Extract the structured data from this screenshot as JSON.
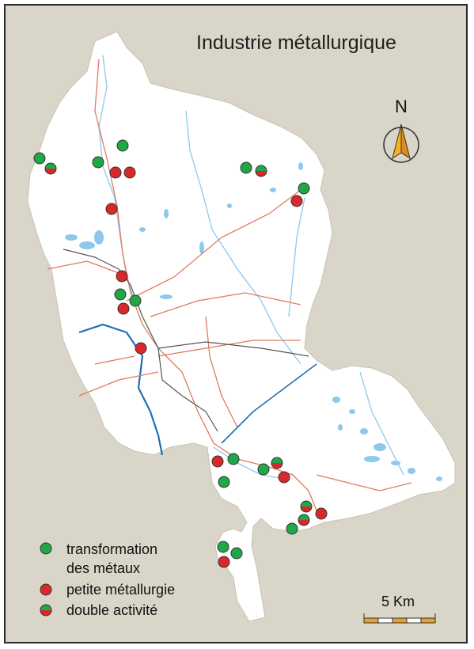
{
  "map": {
    "title": "Industrie métallurgique",
    "north_label": "N",
    "scale_label": "5 Km",
    "colors": {
      "background": "#d9d5c9",
      "land": "#ffffff",
      "water": "#8ec8ec",
      "river_major": "#1f6fb4",
      "road_red": "#e07a5f",
      "rail": "#555555",
      "green": "#1fa84a",
      "red": "#d8282a",
      "scale_orange": "#e8a02a"
    },
    "legend": [
      {
        "type": "transformation",
        "label_line1": "transformation",
        "label_line2": "des métaux"
      },
      {
        "type": "petite",
        "label_line1": "petite métallurgie"
      },
      {
        "type": "double",
        "label_line1": "double activité"
      }
    ]
  }
}
